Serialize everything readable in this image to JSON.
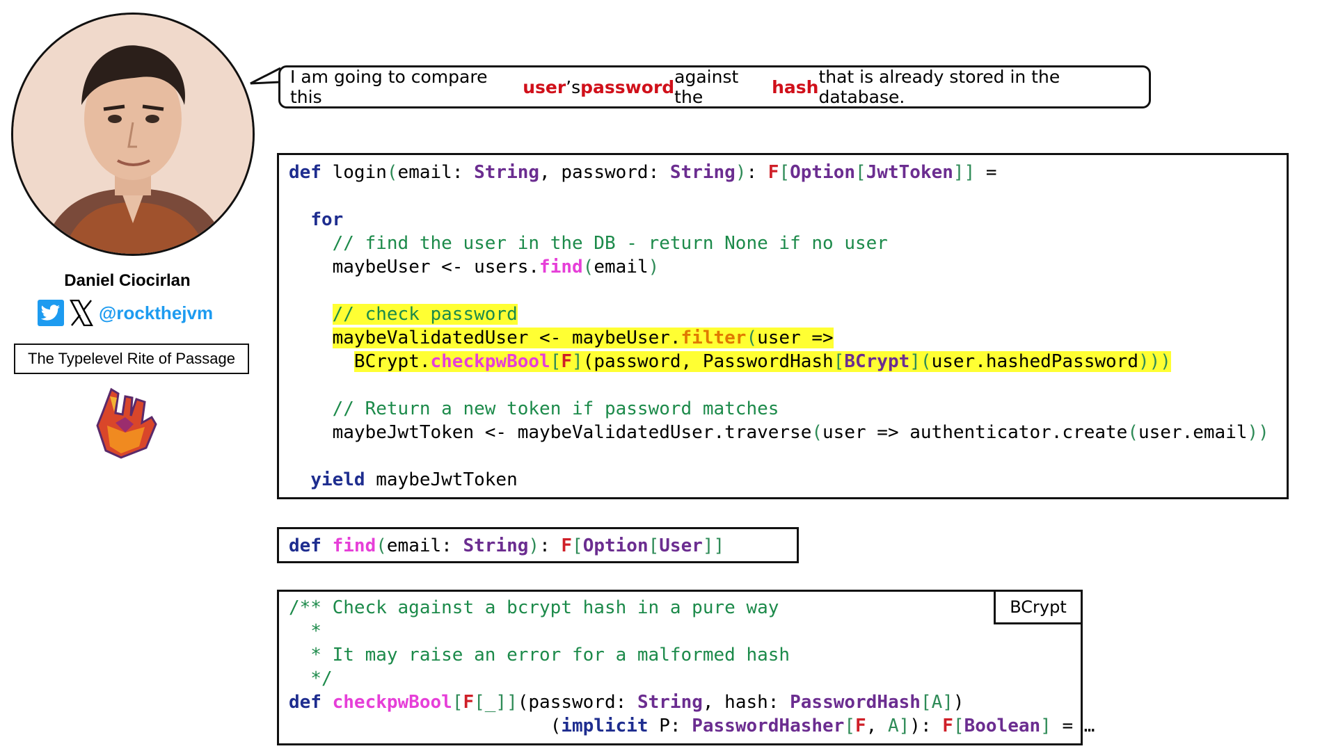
{
  "speaker": {
    "name": "Daniel Ciocirlan",
    "handle": "@rockthejvm",
    "course": "The Typelevel Rite of Passage"
  },
  "bubble": {
    "p1": "I am going to compare this ",
    "w_user": "user",
    "p2": "’s ",
    "w_password": "password",
    "p3": " against the ",
    "w_hash": "hash",
    "p4": " that is already stored in the database."
  },
  "login_code": {
    "l1": {
      "def": "def",
      "name": " login",
      "open": "(",
      "args1": "email: ",
      "t1": "String",
      ", ": ", ",
      "args2": "password: ",
      "t2": "String",
      "close": ")",
      "colon": ": ",
      "F": "F",
      "b1": "[",
      "opt": "Option",
      "b2": "[",
      "jwt": "JwtToken",
      "b3": "]]",
      "eq": " ="
    },
    "for": "for",
    "c1": "// find the user in the DB - return None if no user",
    "l_maybe_user": {
      "a": "maybeUser <- users.",
      "find": "find",
      "p": "(",
      "b": "email",
      ")": ")"
    },
    "c2": "// check password",
    "l_validated": {
      "a": "maybeValidatedUser <- maybeUser.",
      "filter": "filter",
      "p": "(",
      "b": "user =>"
    },
    "l_bcrypt": {
      "a": "BCrypt.",
      "check": "checkpwBool",
      "lb": "[",
      "F": "F",
      "rb": "]",
      "p": "(",
      "b": "password, PasswordHash",
      "lb2": "[",
      "bc": "BCrypt",
      "rb2": "]",
      "p2": "(",
      "c": "user.hashedPassword",
      "end": ")))"
    },
    "c3": "// Return a new token if password matches",
    "l_jwt": {
      "a": "maybeJwtToken <- maybeValidatedUser.traverse",
      "p": "(",
      "b": "user => authenticator.create",
      "p2": "(",
      "c": "user.email",
      "end": "))"
    },
    "yield": "yield",
    "yield_rest": " maybeJwtToken"
  },
  "find_code": {
    "def": "def",
    "name": " find",
    "open": "(",
    "arg": "email: ",
    "t": "String",
    "close": ")",
    "colon": ": ",
    "F": "F",
    "b1": "[",
    "opt": "Option",
    "b2": "[",
    "user": "User",
    "b3": "]]"
  },
  "bcrypt_code": {
    "tag": "BCrypt",
    "c1": "/** Check against a bcrypt hash in a pure way",
    "c2": "  *",
    "c3": "  * It may raise an error for a malformed hash",
    "c4": "  */",
    "l1": {
      "def": "def",
      "name": " checkpwBool",
      "lb": "[",
      "F": "F",
      "u": "[_]",
      "rb": "]",
      "p": "(",
      "a": "password: ",
      "t1": "String",
      "c": ", hash: ",
      "t2": "PasswordHash",
      "lb2": "[",
      "A": "A",
      "rb2": "]",
      "p2": ")"
    },
    "l2": {
      "indent": "                        ",
      "p": "(",
      "imp": "implicit",
      "a": " P: ",
      "t": "PasswordHasher",
      "lb": "[",
      "F": "F",
      "c": ", ",
      "A": "A",
      "rb": "]",
      "p2": ")",
      "colon": ": ",
      "F2": "F",
      "lb2": "[",
      "bool": "Boolean",
      "rb2": "]",
      "eq": " = …"
    }
  },
  "colors": {
    "keyword": "#1e2d8f",
    "type": "#6b2d90",
    "red": "#cf1f28",
    "method": "#e63fd8",
    "comment": "#1c8a4a",
    "highlight": "#ffff33",
    "twitter": "#1d9bf0"
  },
  "icons": [
    "twitter-icon",
    "x-icon",
    "rock-hand-logo-icon"
  ]
}
